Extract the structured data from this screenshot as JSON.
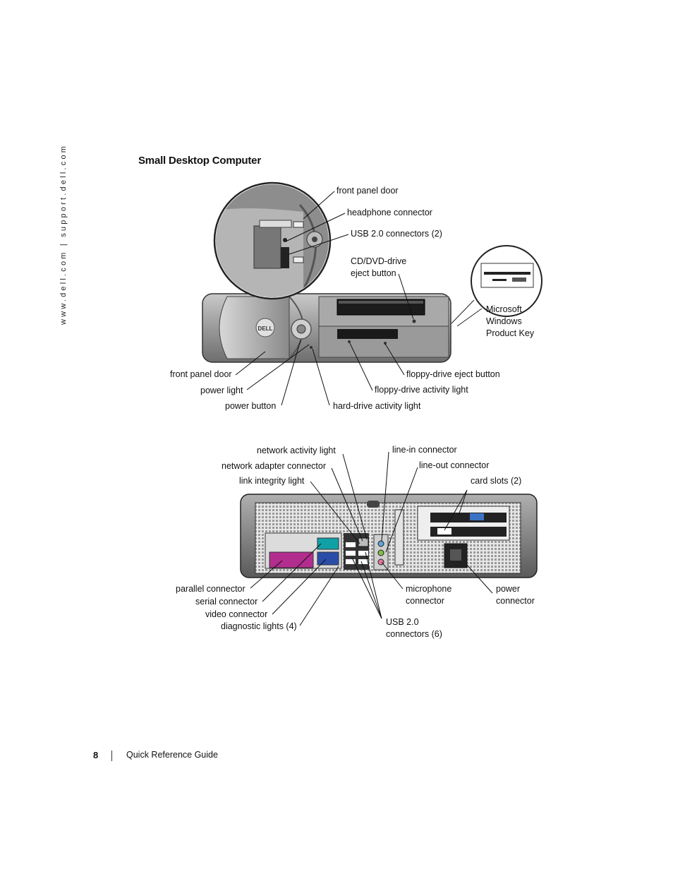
{
  "sidebar": {
    "url_text": "www.dell.com | support.dell.com"
  },
  "section": {
    "title": "Small Desktop Computer"
  },
  "front_labels": {
    "front_panel_door_top": "front panel door",
    "headphone_connector": "headphone connector",
    "usb_connectors_front": "USB 2.0 connectors (2)",
    "cd_eject_line1": "CD/DVD-drive",
    "cd_eject_line2": "eject button",
    "product_key_line1": "Microsoft",
    "product_key_line2": "Windows",
    "product_key_line3": "Product Key",
    "front_panel_door_bottom": "front panel door",
    "power_light": "power light",
    "power_button": "power button",
    "hard_drive_light": "hard-drive activity light",
    "floppy_eject": "floppy-drive eject button",
    "floppy_activity": "floppy-drive activity light",
    "logo_text": "DELL"
  },
  "back_labels": {
    "network_activity_light": "network activity light",
    "network_adapter_connector": "network adapter connector",
    "link_integrity_light": "link integrity light",
    "line_in": "line-in connector",
    "line_out": "line-out connector",
    "card_slots": "card slots (2)",
    "parallel": "parallel connector",
    "serial": "serial connector",
    "video": "video connector",
    "diagnostic": "diagnostic lights (4)",
    "usb_back_line1": "USB 2.0",
    "usb_back_line2": "connectors (6)",
    "microphone_line1": "microphone",
    "microphone_line2": "connector",
    "power_line1": "power",
    "power_line2": "connector"
  },
  "footer": {
    "page_number": "8",
    "guide_title": "Quick Reference Guide"
  }
}
